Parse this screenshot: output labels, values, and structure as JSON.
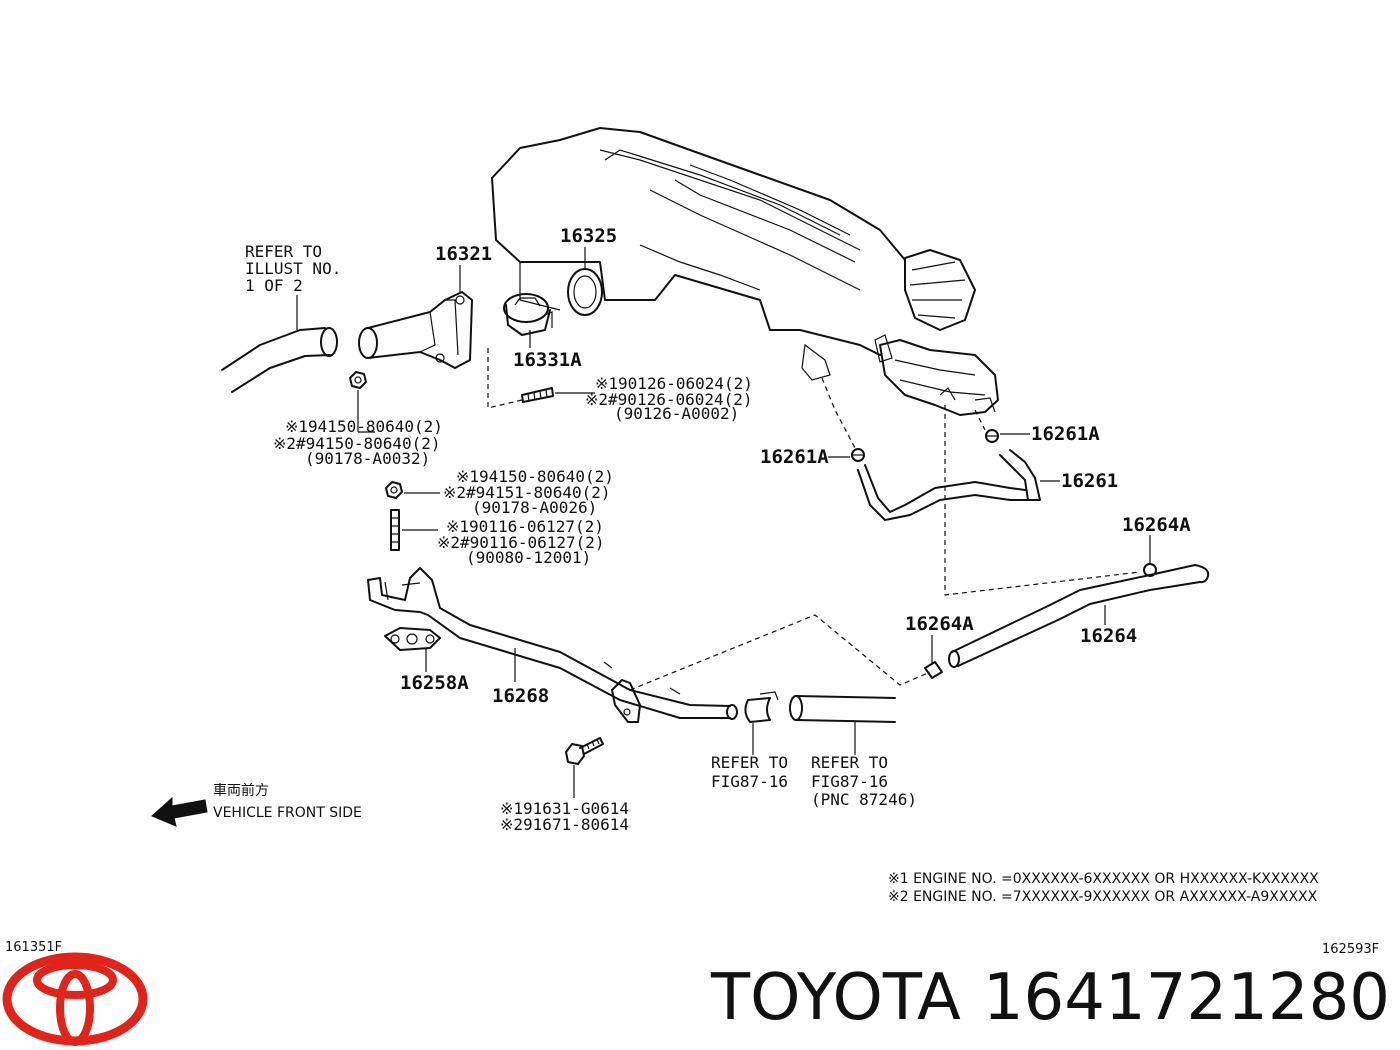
{
  "colors": {
    "line": "#111111",
    "logo_red": "#e2231a",
    "background": "#ffffff"
  },
  "refer_top": {
    "line1": "REFER TO",
    "line2": "ILLUST NO.",
    "line3": "1 OF 2"
  },
  "part_numbers": {
    "p16321": "16321",
    "p16325": "16325",
    "p16331A": "16331A",
    "p16261A_left": "16261A",
    "p16261A_right": "16261A",
    "p16261": "16261",
    "p16264A_top": "16264A",
    "p16264A_mid": "16264A",
    "p16264": "16264",
    "p16258A": "16258A",
    "p16268": "16268"
  },
  "callouts": {
    "bolt_a1": "※190126-06024(2)",
    "bolt_a2": "※2#90126-06024(2)",
    "bolt_a3": "(90126-A0002)",
    "nut_a1": "※194150-80640(2)",
    "nut_a2": "※2#94150-80640(2)",
    "nut_a3": "(90178-A0032)",
    "nut_b1": "※194150-80640(2)",
    "nut_b2": "※2#94151-80640(2)",
    "nut_b3": "(90178-A0026)",
    "stud_b1": "※190116-06127(2)",
    "stud_b2": "※2#90116-06127(2)",
    "stud_b3": "(90080-12001)",
    "bolt_c1": "※191631-G0614",
    "bolt_c2": "※291671-80614"
  },
  "refer_fig_left": {
    "line1": "REFER TO",
    "line2": "FIG87-16"
  },
  "refer_fig_right": {
    "line1": "REFER TO",
    "line2": "FIG87-16",
    "line3": "(PNC 87246)"
  },
  "vehicle_front": {
    "jp": "車両前方",
    "en": "VEHICLE FRONT SIDE"
  },
  "engine_notes": {
    "note1": "※1 ENGINE NO. =0XXXXXX-6XXXXXX OR HXXXXXX-KXXXXXX",
    "note2": "※2 ENGINE NO. =7XXXXXX-9XXXXXX OR AXXXXXX-A9XXXXX"
  },
  "codes": {
    "left": "161351F",
    "right": "162593F"
  },
  "brand": {
    "name": "TOYOTA",
    "part_number": "1641721280",
    "logo_icon": "toyota-logo-icon"
  }
}
